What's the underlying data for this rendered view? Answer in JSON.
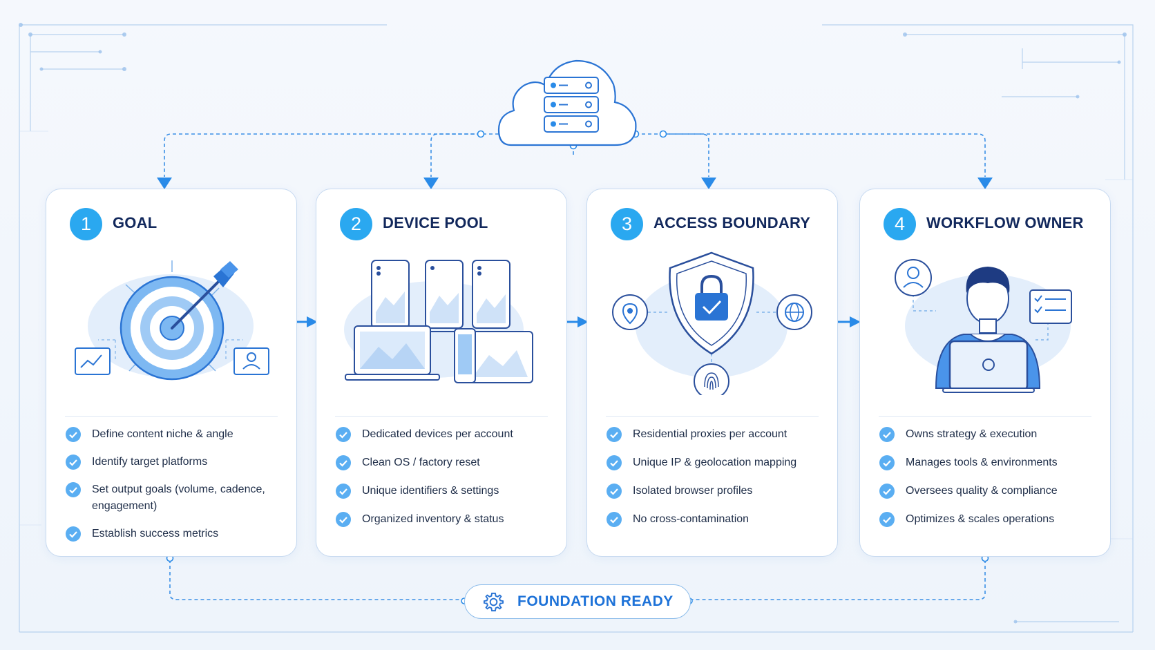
{
  "cards": [
    {
      "number": "1",
      "title": "GOAL",
      "items": [
        "Define content niche & angle",
        "Identify target platforms",
        "Set output goals (volume, cadence, engagement)",
        "Establish success metrics"
      ]
    },
    {
      "number": "2",
      "title": "DEVICE POOL",
      "items": [
        "Dedicated devices per account",
        "Clean OS / factory reset",
        "Unique identifiers & settings",
        "Organized inventory & status"
      ]
    },
    {
      "number": "3",
      "title": "ACCESS BOUNDARY",
      "items": [
        "Residential proxies per account",
        "Unique IP & geolocation mapping",
        "Isolated browser profiles",
        "No cross-contamination"
      ]
    },
    {
      "number": "4",
      "title": "WORKFLOW OWNER",
      "items": [
        "Owns strategy & execution",
        "Manages tools & environments",
        "Oversees quality & compliance",
        "Optimizes & scales operations"
      ]
    }
  ],
  "footer": {
    "label": "FOUNDATION READY"
  },
  "icons": {
    "top": "cloud-server-icon",
    "card1": "target-arrow-icon",
    "card2": "devices-icon",
    "card3": "shield-lock-icon",
    "card4": "person-laptop-icon",
    "check": "check-circle-icon",
    "footer": "gear-icon"
  },
  "colors": {
    "primary": "#2a8be8",
    "badge": "#2aa8f0",
    "title": "#12285c",
    "text": "#1e2d48",
    "border": "#c6d9f0"
  }
}
